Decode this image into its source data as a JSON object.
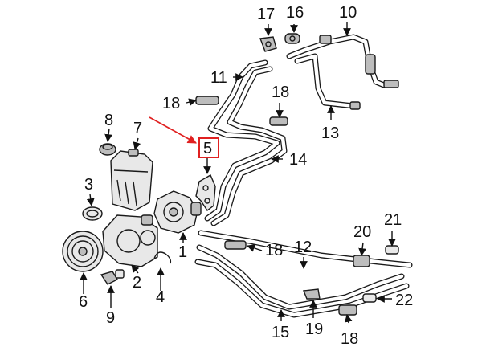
{
  "diagram": {
    "callouts": [
      "1",
      "2",
      "3",
      "4",
      "5",
      "6",
      "7",
      "8",
      "9",
      "10",
      "11",
      "12",
      "13",
      "14",
      "15",
      "16",
      "17",
      "18",
      "18",
      "18",
      "18",
      "19",
      "20",
      "21",
      "22"
    ],
    "highlight": {
      "label": "5",
      "color": "#e02020"
    }
  }
}
